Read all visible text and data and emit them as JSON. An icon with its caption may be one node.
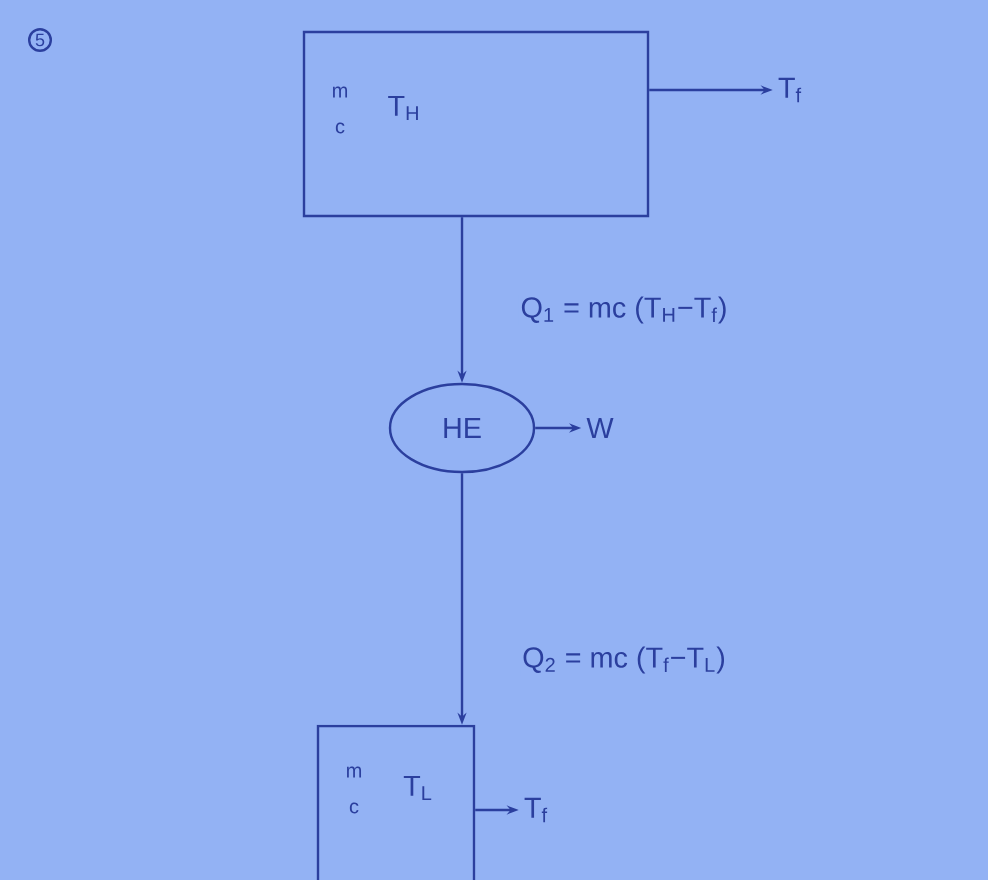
{
  "diagram": {
    "nodes": [
      {
        "text": [
          "m",
          "c",
          "T$_{H}$"
        ]
      },
      {
        "text": [
          "T$_{f}$"
        ]
      },
      {
        "text": [
          "HE"
        ]
      },
      {
        "text": [
          "W"
        ]
      },
      {
        "text": [
          "m",
          "c",
          "T$_{L}$"
        ]
      },
      {
        "text": [
          "T$_{f}$"
        ]
      }
    ],
    "edges": [
      {
        "from": 0,
        "to": 1,
        "arrow": "to"
      },
      {
        "from": 0,
        "to": 2,
        "arrow": "to",
        "label": "Q$_{1}$ = mc (T$_{H}$−T$_{f}$)"
      },
      {
        "from": 2,
        "to": 3,
        "arrow": "to"
      },
      {
        "from": 2,
        "to": 4,
        "arrow": "to",
        "label": "Q$_{2}$ = mc (T$_{f}$−T$_{L}$)"
      },
      {
        "from": 4,
        "to": 5,
        "arrow": "to"
      }
    ],
    "labels": [
      "5"
    ]
  }
}
